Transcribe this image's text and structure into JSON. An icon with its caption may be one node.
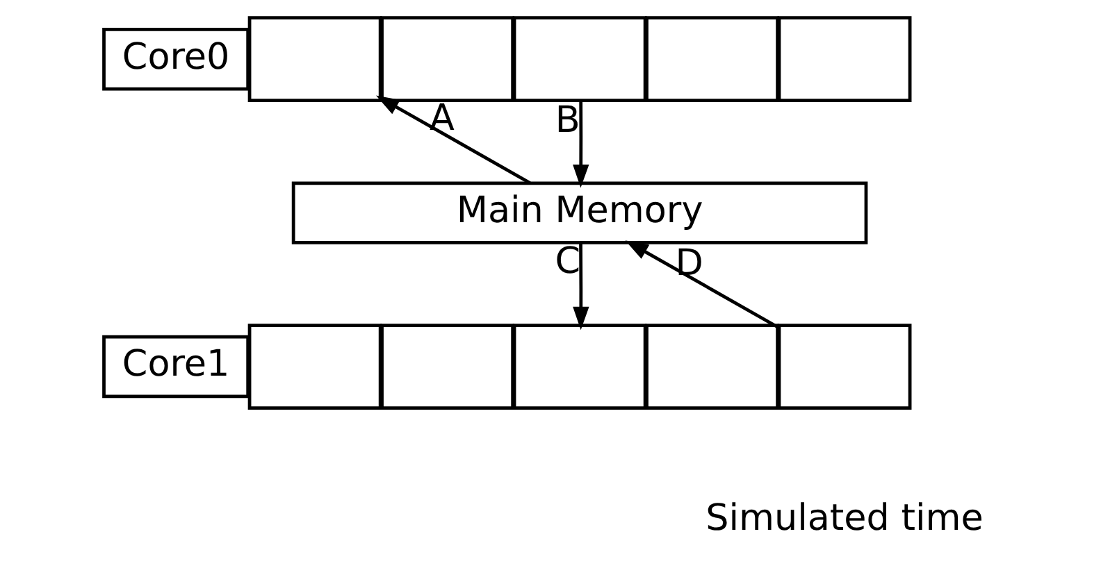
{
  "diagram": {
    "nodes": [
      {
        "text": [
          "Core0"
        ]
      },
      {
        "text": [],
        "shape": "box"
      },
      {
        "text": [],
        "shape": "box"
      },
      {
        "text": [],
        "shape": "box"
      },
      {
        "text": [],
        "shape": "box"
      },
      {
        "text": [],
        "shape": "box"
      },
      {
        "text": [
          "Main Memory"
        ]
      },
      {
        "text": [
          "Core1"
        ]
      },
      {
        "text": [],
        "shape": "box"
      },
      {
        "text": [],
        "shape": "box"
      },
      {
        "text": [],
        "shape": "box"
      },
      {
        "text": [],
        "shape": "box"
      },
      {
        "text": [],
        "shape": "box"
      }
    ],
    "edges": [
      {
        "from": 6,
        "to": 1,
        "arrow": "to",
        "label": "A"
      },
      {
        "from": 3,
        "to": 6,
        "arrow": "to",
        "label": "B"
      },
      {
        "from": 6,
        "to": 10,
        "arrow": "to",
        "label": "C"
      },
      {
        "from": 12,
        "to": 6,
        "arrow": "to",
        "label": "D"
      }
    ],
    "labels": [
      "Simulated time"
    ]
  }
}
